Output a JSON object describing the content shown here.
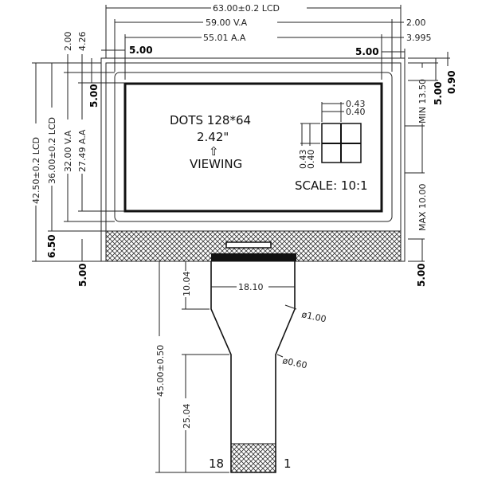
{
  "colors": {
    "line": "#222222",
    "background": "#ffffff"
  },
  "display": {
    "dots": "DOTS  128*64",
    "size": "2.42\"",
    "viewing_arrow": "⇧",
    "viewing": "VIEWING",
    "scale": "SCALE:  10:1"
  },
  "dimensions": {
    "lcd_width": "63.00±0.2  LCD",
    "va_width": "59.00  V.A",
    "aa_width": "55.01  A.A",
    "right_va_offset": "2.00",
    "right_aa_offset": "3.995",
    "top_left_5": "5.00",
    "top_right_5": "5.00",
    "left_2": "2.00",
    "left_426": "4.26",
    "left_5": "5.00",
    "lcd_height": "42.50±0.2  LCD",
    "lcd_height2": "36.00±0.2  LCD",
    "va_height": "32.00  V.A",
    "aa_height": "27.49  A.A",
    "bottom_650": "6.50",
    "bottom_left_5": "5.00",
    "bottom_right_5": "5.00",
    "right_090": "0.90",
    "right_5": "5.00",
    "min_1350": "MIN  13.50",
    "max_1000": "MAX  10.00",
    "pixel_043_h": "0.43",
    "pixel_040_h": "0.40",
    "pixel_043_v": "0.43",
    "pixel_040_v": "0.40",
    "fpc_1004": "10.04",
    "fpc_1810": "18.10",
    "fpc_r100": "ø1.00",
    "fpc_r060": "ø0.60",
    "fpc_length": "45.00±0.50",
    "fpc_2504": "25.04",
    "pin_18": "18",
    "pin_1": "1"
  }
}
